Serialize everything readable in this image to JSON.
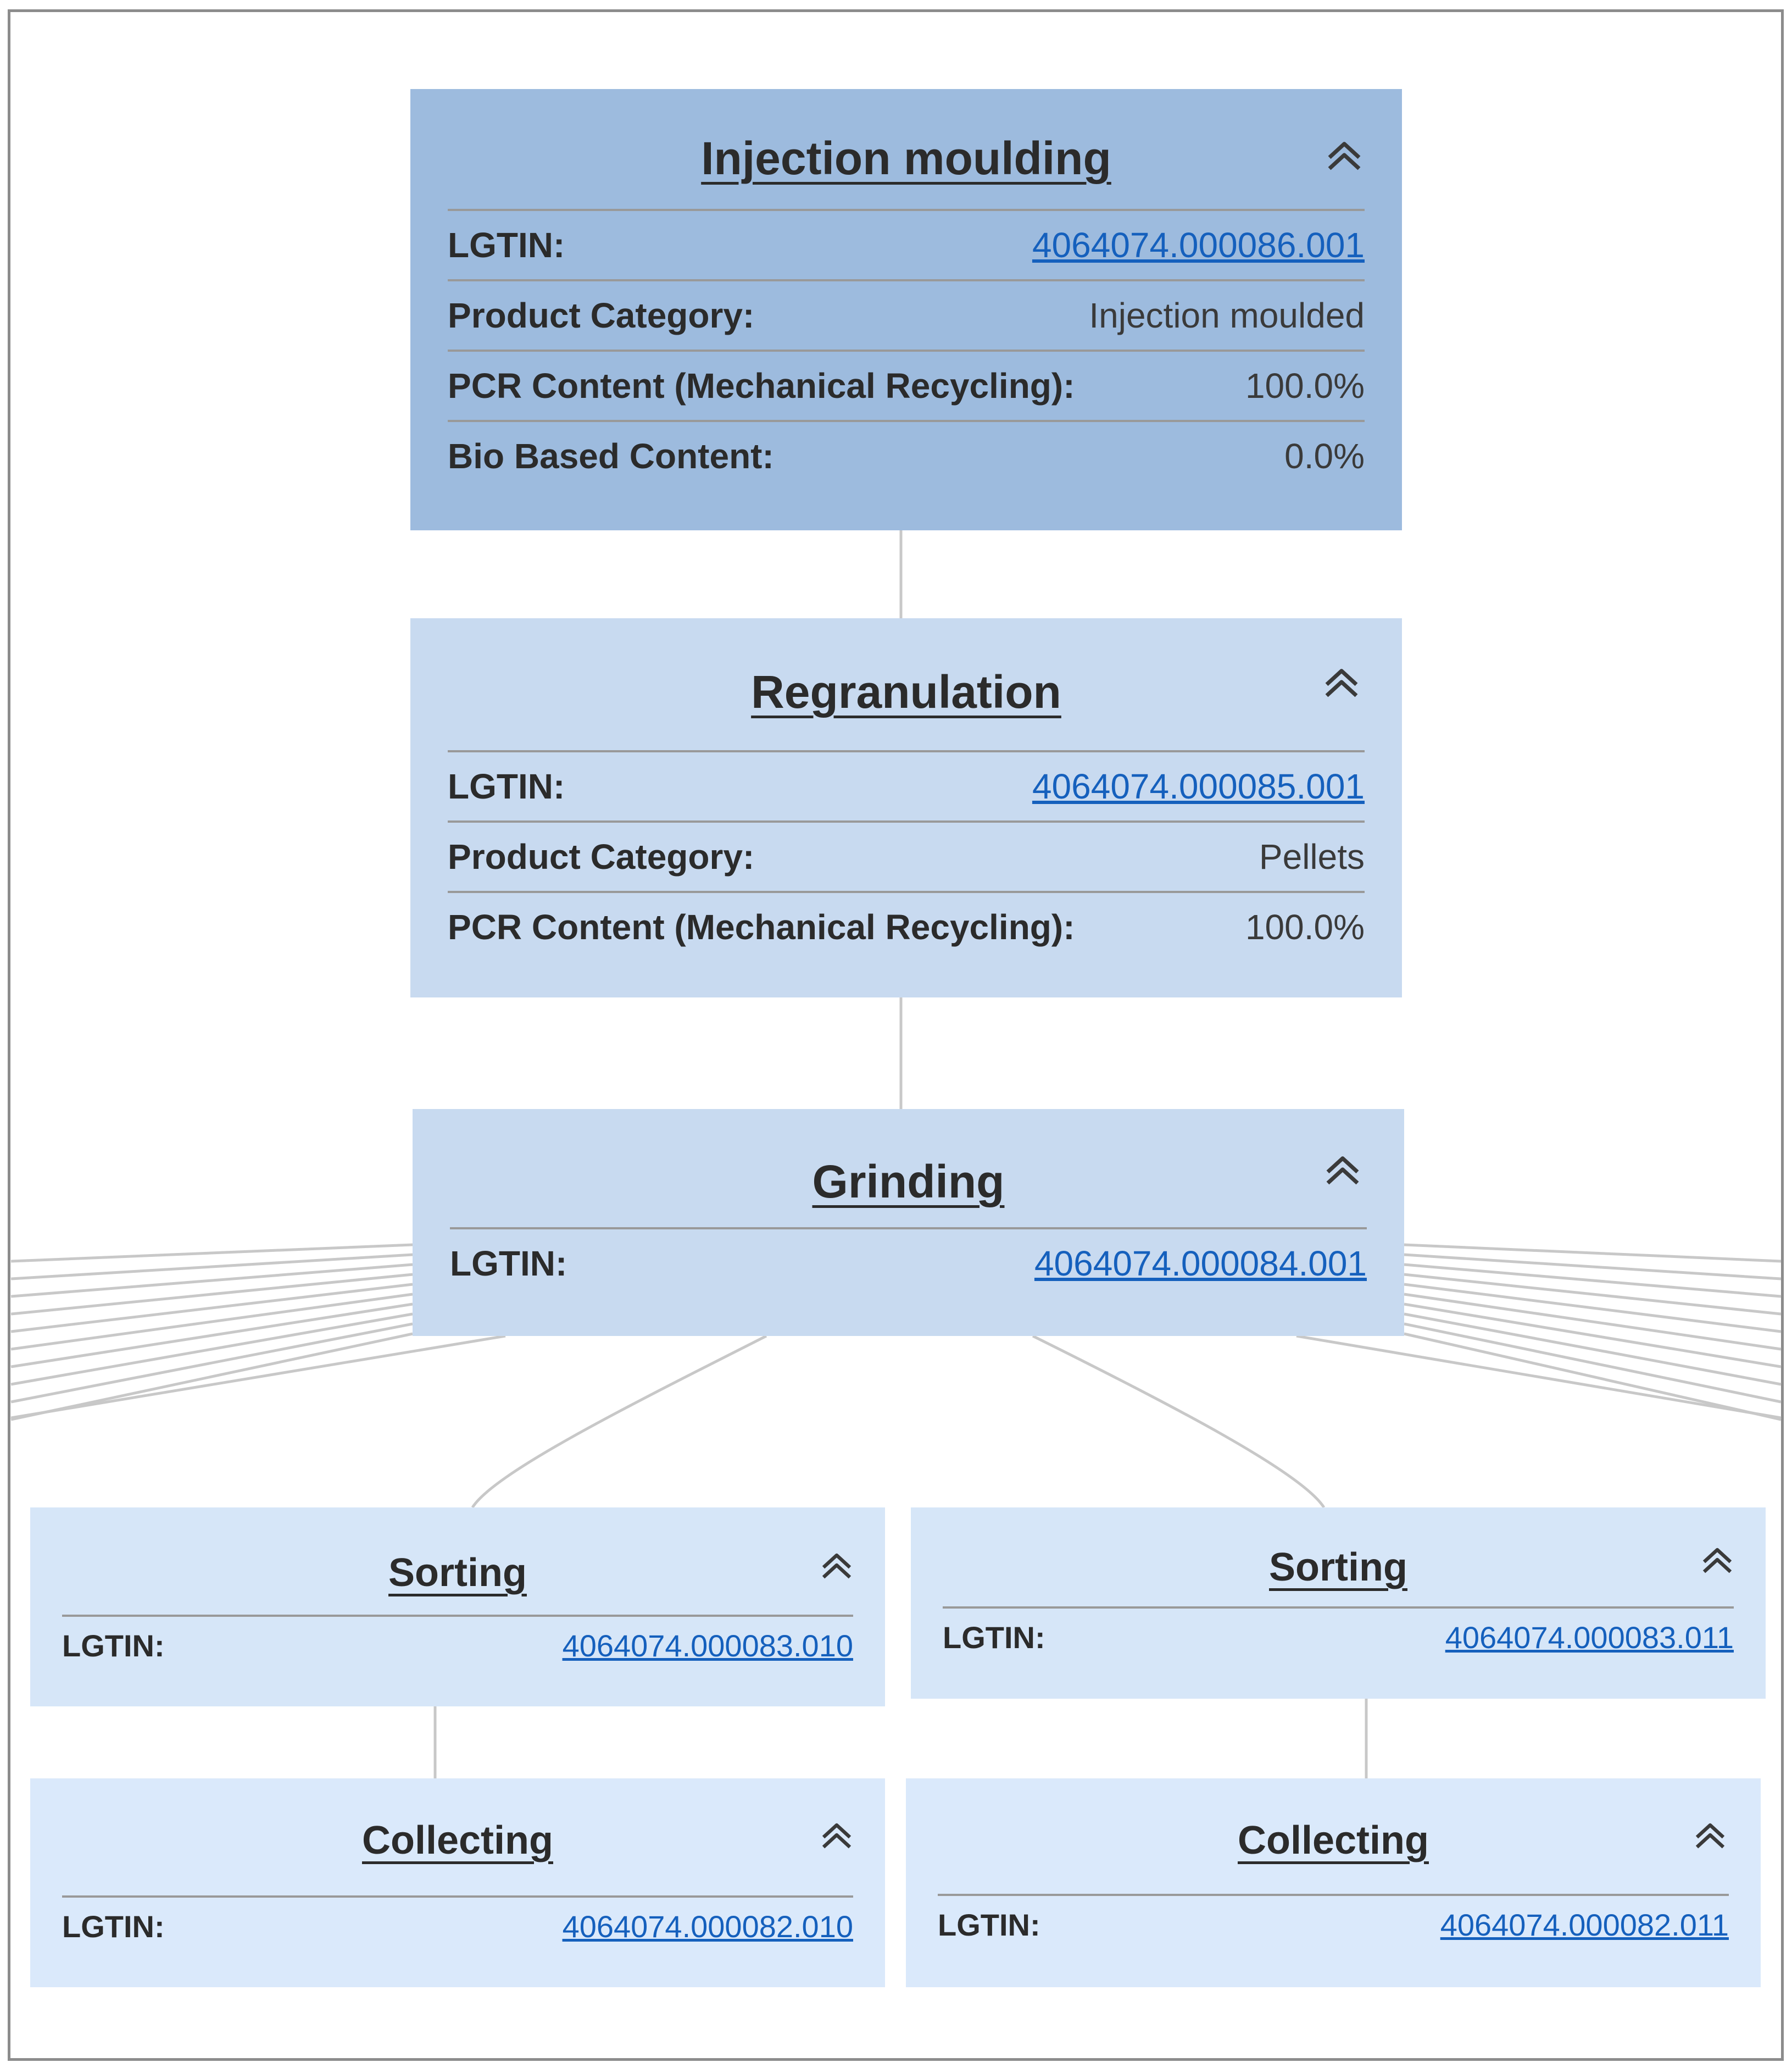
{
  "colors": {
    "node_dark": "#9dbbde",
    "node_mid": "#c8daf0",
    "node_light": "#d6e6f8",
    "node_lighter": "#dae9fb",
    "link": "#1560bd",
    "edge": "#c8c8c8"
  },
  "collapse_icon": "chevron-double-up-icon",
  "nodes": {
    "injection": {
      "title": "Injection moulding",
      "rows": [
        {
          "label": "LGTIN:",
          "value": "4064074.000086.001",
          "link": true
        },
        {
          "label": "Product Category:",
          "value": "Injection moulded",
          "link": false
        },
        {
          "label": "PCR Content (Mechanical Recycling):",
          "value": "100.0%",
          "link": false
        },
        {
          "label": "Bio Based Content:",
          "value": "0.0%",
          "link": false
        }
      ]
    },
    "regranulation": {
      "title": "Regranulation",
      "rows": [
        {
          "label": "LGTIN:",
          "value": "4064074.000085.001",
          "link": true
        },
        {
          "label": "Product Category:",
          "value": "Pellets",
          "link": false
        },
        {
          "label": "PCR Content (Mechanical Recycling):",
          "value": "100.0%",
          "link": false
        }
      ]
    },
    "grinding": {
      "title": "Grinding",
      "rows": [
        {
          "label": "LGTIN:",
          "value": "4064074.000084.001",
          "link": true
        }
      ]
    },
    "sorting_left": {
      "title": "Sorting",
      "rows": [
        {
          "label": "LGTIN:",
          "value": "4064074.000083.010",
          "link": true
        }
      ]
    },
    "sorting_right": {
      "title": "Sorting",
      "rows": [
        {
          "label": "LGTIN:",
          "value": "4064074.000083.011",
          "link": true
        }
      ]
    },
    "collecting_left": {
      "title": "Collecting",
      "rows": [
        {
          "label": "LGTIN:",
          "value": "4064074.000082.010",
          "link": true
        }
      ]
    },
    "collecting_right": {
      "title": "Collecting",
      "rows": [
        {
          "label": "LGTIN:",
          "value": "4064074.000082.011",
          "link": true
        }
      ]
    }
  }
}
